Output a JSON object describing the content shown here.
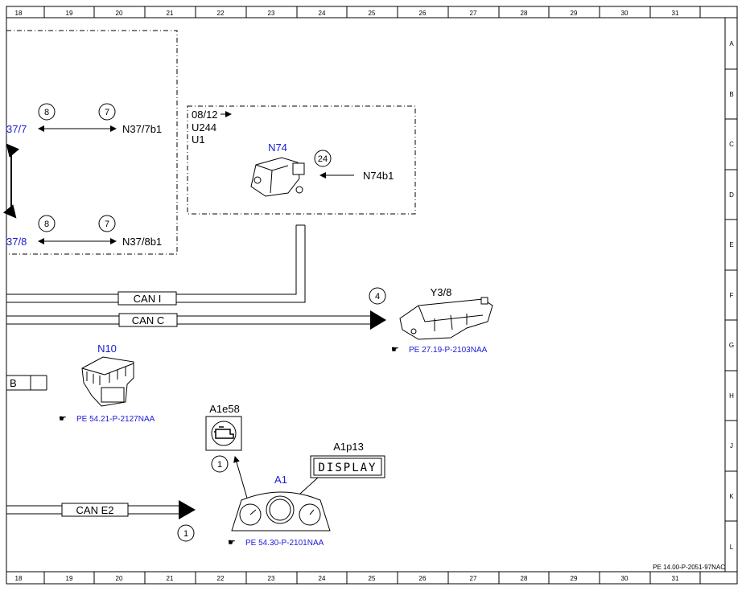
{
  "grid": {
    "columns": [
      "18",
      "19",
      "20",
      "21",
      "22",
      "23",
      "24",
      "25",
      "26",
      "27",
      "28",
      "29",
      "30",
      "31"
    ],
    "rows": [
      "A",
      "B",
      "C",
      "D",
      "E",
      "F",
      "G",
      "H",
      "J",
      "K",
      "L"
    ]
  },
  "left_box": {
    "row1": {
      "bullet_left": "8",
      "bullet_right": "7",
      "partial_label": "37/7",
      "target": "N37/7b1"
    },
    "row2": {
      "bullet_left": "8",
      "bullet_right": "7",
      "partial_label": "37/8",
      "target": "N37/8b1"
    }
  },
  "n74_box": {
    "line1": "08/12",
    "line2": "U244",
    "line3": "U1",
    "component": "N74",
    "bullet": "24",
    "target": "N74b1"
  },
  "buses": {
    "can_i": "CAN I",
    "can_c": "CAN C",
    "can_b_partial": "B",
    "can_e2": "CAN E2"
  },
  "y38": {
    "bullet": "4",
    "label": "Y3/8",
    "ref": "PE 27.19-P-2103NAA"
  },
  "n10": {
    "label": "N10",
    "ref": "PE 54.21-P-2127NAA"
  },
  "a1e58": {
    "label": "A1e58",
    "bullet": "1"
  },
  "a1p13": {
    "label": "A1p13",
    "display_text": "DISPLAY"
  },
  "a1": {
    "label": "A1",
    "bullet": "1",
    "ref": "PE 54.30-P-2101NAA"
  },
  "footer": {
    "doc_id": "PE 14.00-P-2051-97NAC"
  },
  "colors": {
    "link": "#1a1ad6",
    "line": "#000000"
  }
}
